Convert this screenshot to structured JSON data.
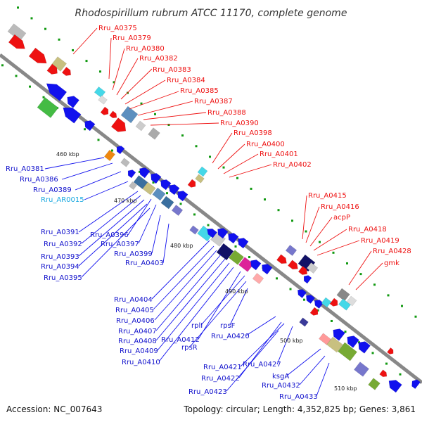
{
  "title": "Rhodospirillum rubrum ATCC 11170, complete genome",
  "footer": {
    "accession": "Accession: NC_007643",
    "topology": "Topology: circular; Length: 4,352,825 bp; Genes: 3,861"
  },
  "colors": {
    "forward": "#ee1111",
    "reverse": "#1111ee",
    "rna": "#1ab0e0"
  },
  "scale_labels": [
    "460 kbp",
    "470 kbp",
    "480 kbp",
    "490 kbp",
    "500 kbp",
    "510 kbp"
  ],
  "forward_labels": [
    "Rru_A0375",
    "Rru_A0379",
    "Rru_A0380",
    "Rru_A0382",
    "Rru_A0383",
    "Rru_A0384",
    "Rru_A0385",
    "Rru_A0387",
    "Rru_A0388",
    "Rru_A0390",
    "Rru_A0398",
    "Rru_A0400",
    "Rru_A0401",
    "Rru_A0402",
    "Rru_A0415",
    "Rru_A0416",
    "acpP",
    "Rru_A0418",
    "Rru_A0419",
    "Rru_A0428",
    "gmk"
  ],
  "reverse_labels": [
    "Rru_A0381",
    "Rru_A0386",
    "Rru_A0389",
    "Rru_AR0015",
    "Rru_A0391",
    "Rru_A0396",
    "Rru_A0392",
    "Rru_A0397",
    "Rru_A0393",
    "Rru_A0394",
    "Rru_A0399",
    "Rru_A0403",
    "Rru_A0395",
    "Rru_A0404",
    "Rru_A0405",
    "Rru_A0406",
    "Rru_A0407",
    "Rru_A0408",
    "Rru_A0409",
    "Rru_A0410",
    "Rru_A0412",
    "rplI",
    "rpsF",
    "rpsR",
    "Rru_A0420",
    "Rru_A0421",
    "Rru_A0427",
    "Rru_A0422",
    "ksgA",
    "Rru_A0423",
    "Rru_A0432",
    "Rru_A0433"
  ]
}
